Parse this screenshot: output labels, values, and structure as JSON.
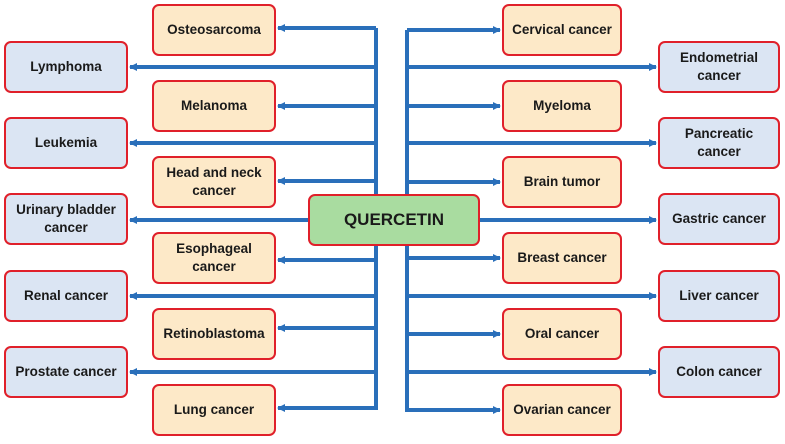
{
  "center": {
    "label": "QUERCETIN"
  },
  "left_inner": [
    "Osteosarcoma",
    "Melanoma",
    "Head and neck cancer",
    "Esophageal cancer",
    "Retinoblastoma",
    "Lung cancer"
  ],
  "left_outer": [
    "Lymphoma",
    "Leukemia",
    "Urinary bladder cancer",
    "Renal cancer",
    "Prostate cancer"
  ],
  "right_inner": [
    "Cervical cancer",
    "Myeloma",
    "Brain tumor",
    "Breast cancer",
    "Oral cancer",
    "Ovarian cancer"
  ],
  "right_outer": [
    "Endometrial cancer",
    "Pancreatic cancer",
    "Gastric cancer",
    "Liver cancer",
    "Colon cancer"
  ],
  "colors": {
    "connector": "#2a6fba",
    "border": "#e0202a",
    "inner_fill": "#fde9c8",
    "outer_fill": "#dbe5f3",
    "center_fill": "#a9dca0"
  }
}
